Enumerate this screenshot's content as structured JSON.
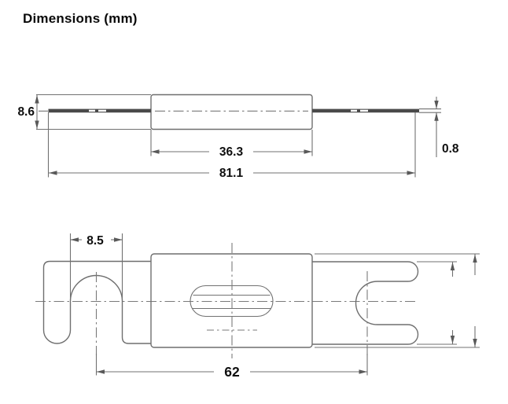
{
  "title": "Dimensions (mm)",
  "colors": {
    "line": "#6f6f6f",
    "terminal_blade_fill": "#4a4a4a",
    "text": "#0f0f0f",
    "background": "#ffffff"
  },
  "side_view": {
    "dim_body_height": "8.6",
    "dim_body_length": "36.3",
    "dim_overall_length": "81.1",
    "dim_terminal_thickness": "0.8"
  },
  "plan_view": {
    "dim_slot_width": "8.5",
    "dim_mount_spacing": "62"
  }
}
